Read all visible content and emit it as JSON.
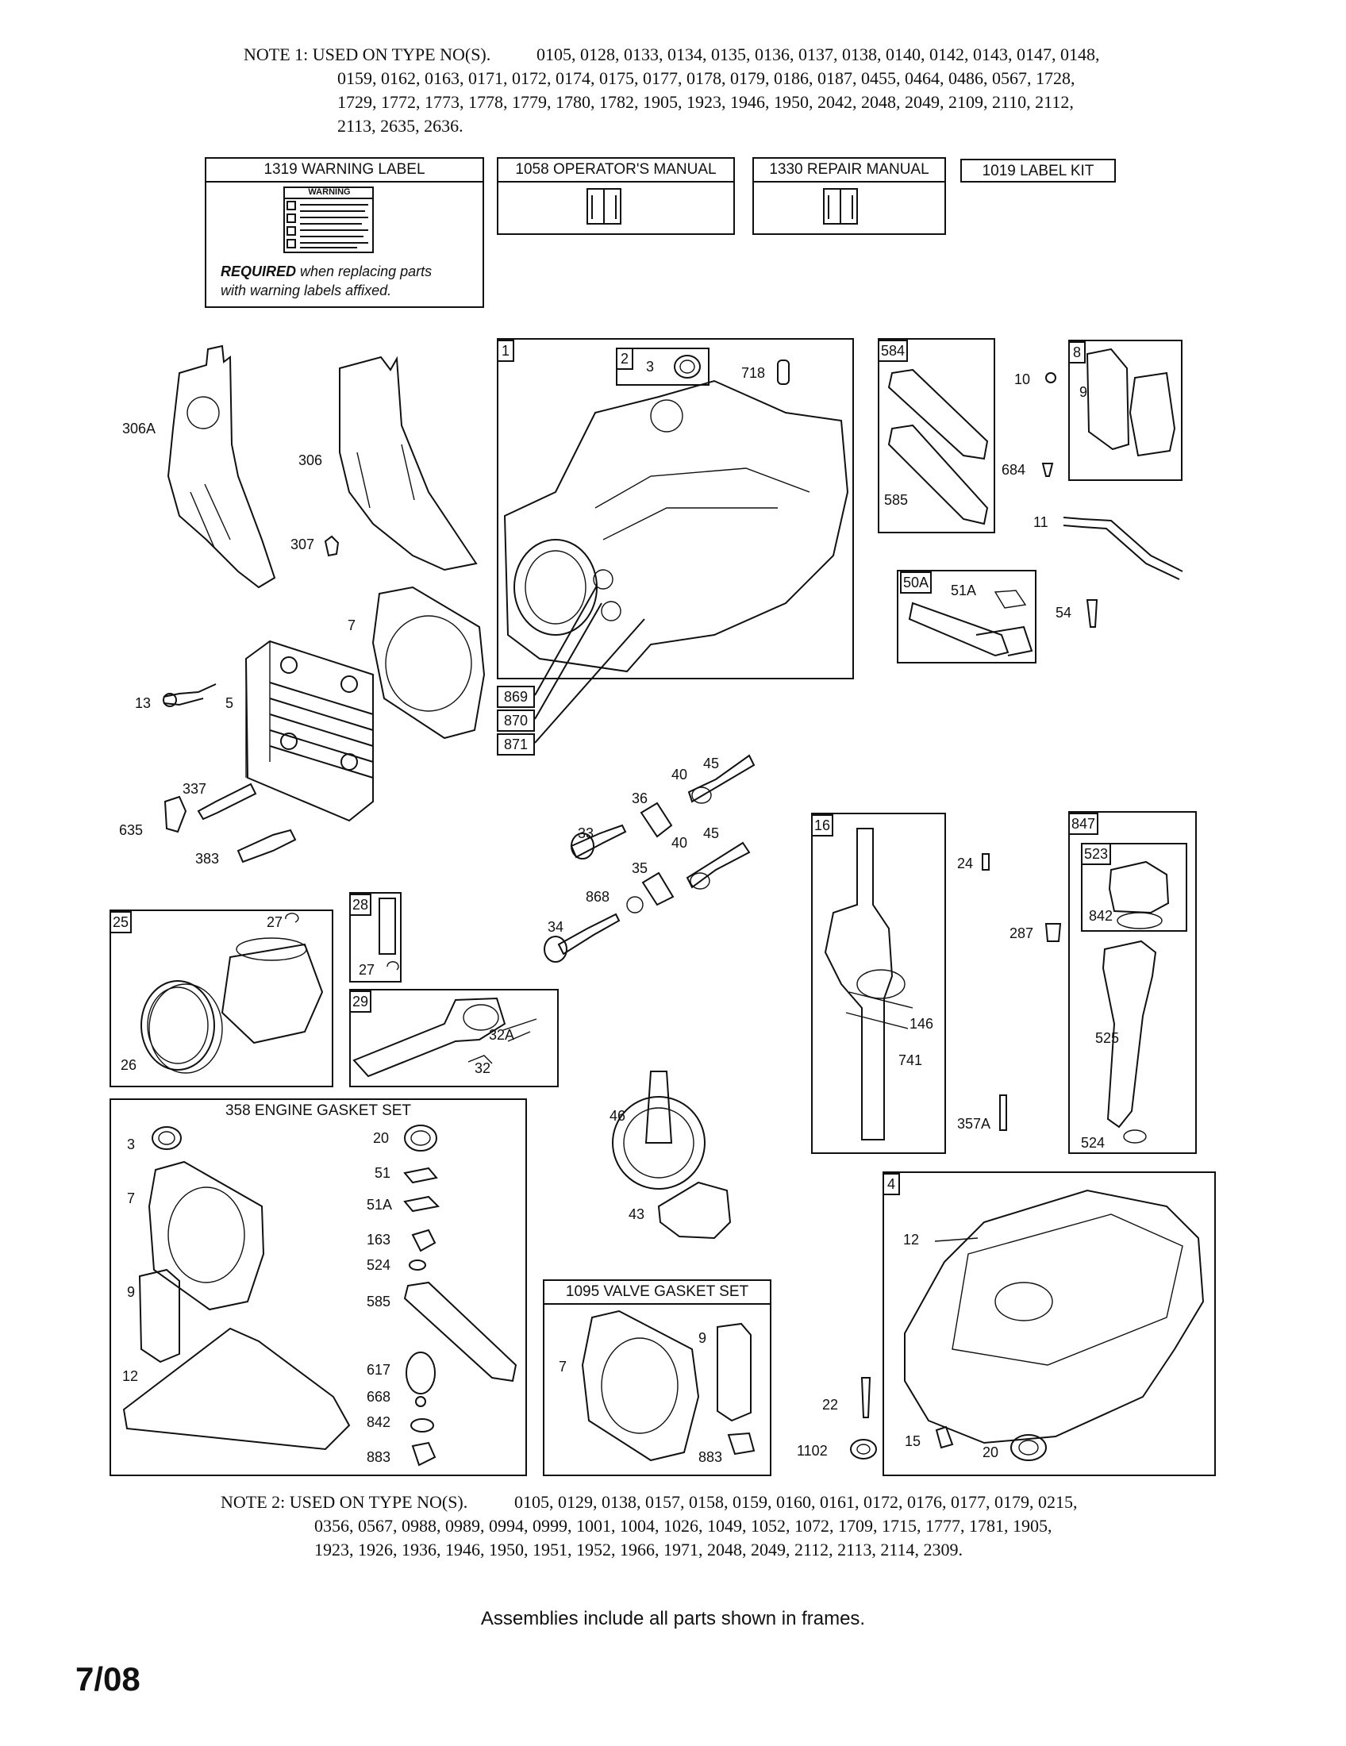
{
  "note1": {
    "lead": "NOTE 1: USED ON TYPE NO(S).",
    "lines": [
      "0105, 0128, 0133, 0134, 0135, 0136, 0137, 0138, 0140, 0142, 0143, 0147, 0148,",
      "0159, 0162, 0163, 0171, 0172, 0174, 0175, 0177, 0178, 0179, 0186, 0187, 0455, 0464, 0486, 0567, 1728,",
      "1729, 1772, 1773, 1778, 1779, 1780, 1782, 1905, 1923, 1946, 1950, 2042, 2048, 2049, 2109, 2110, 2112,",
      "2113, 2635, 2636."
    ]
  },
  "top_boxes": {
    "warning_label": "1319 WARNING LABEL",
    "warning_sign": "WARNING",
    "required_bold": "REQUIRED",
    "required_rest": " when replacing parts",
    "required_line2": "with warning labels affixed.",
    "operators_manual": "1058 OPERATOR'S MANUAL",
    "repair_manual": "1330 REPAIR MANUAL",
    "label_kit": "1019 LABEL KIT"
  },
  "boxes": {
    "b1": "1",
    "b2": "2",
    "b584": "584",
    "b8": "8",
    "b50A": "50A",
    "b869": "869",
    "b870": "870",
    "b871": "871",
    "b16": "16",
    "b847": "847",
    "b523": "523",
    "b25": "25",
    "b28": "28",
    "b29": "29",
    "b4": "4"
  },
  "labels": {
    "l306A": "306A",
    "l306": "306",
    "l307": "307",
    "l7": "7",
    "l13": "13",
    "l5": "5",
    "l337": "337",
    "l635": "635",
    "l383": "383",
    "l3": "3",
    "l718": "718",
    "l10": "10",
    "l9": "9",
    "l684": "684",
    "l585": "585",
    "l11": "11",
    "l51A": "51A",
    "l54": "54",
    "l40a": "40",
    "l45a": "45",
    "l36": "36",
    "l33": "33",
    "l40b": "40",
    "l45b": "45",
    "l35": "35",
    "l868": "868",
    "l34": "34",
    "l24": "24",
    "l287": "287",
    "l146": "146",
    "l741": "741",
    "l357A": "357A",
    "l842": "842",
    "l525": "525",
    "l524": "524",
    "l27a": "27",
    "l26": "26",
    "l27b": "27",
    "l32A": "32A",
    "l32": "32",
    "l46": "46",
    "l43": "43",
    "l12": "12",
    "l22": "22",
    "l1102": "1102",
    "l15": "15",
    "l20": "20"
  },
  "gasket_set": {
    "title": "358 ENGINE GASKET SET",
    "items_left": [
      "3",
      "7",
      "9",
      "12"
    ],
    "items_right": [
      "20",
      "51",
      "51A",
      "163",
      "524",
      "585",
      "617",
      "668",
      "842",
      "883"
    ]
  },
  "valve_gasket_set": {
    "title": "1095 VALVE GASKET SET",
    "items": [
      "7",
      "9",
      "883"
    ]
  },
  "note2": {
    "lead": "NOTE 2: USED ON TYPE NO(S).",
    "lines": [
      "0105, 0129, 0138, 0157, 0158, 0159, 0160, 0161, 0172, 0176, 0177, 0179, 0215,",
      "0356, 0567, 0988, 0989, 0994, 0999, 1001, 1004, 1026, 1049, 1052, 1072, 1709, 1715, 1777, 1781, 1905,",
      "1923, 1926, 1936, 1946, 1950, 1951, 1952, 1966, 1971, 2048, 2049, 2112, 2113, 2114, 2309."
    ]
  },
  "footer": "Assemblies include all parts shown in frames.",
  "page_date": "7/08"
}
